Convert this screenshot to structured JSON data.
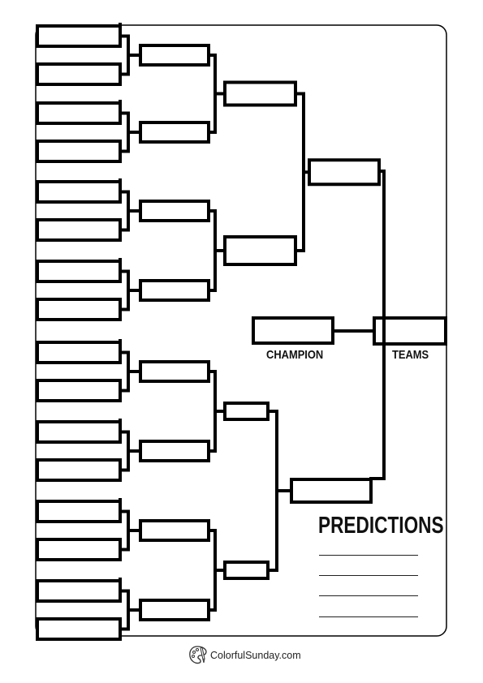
{
  "labels": {
    "champion": "CHAMPION",
    "teams": "TEAMS",
    "predictions": "PREDICTIONS"
  },
  "prediction_lines": 4,
  "footer": {
    "brand": "ColorfulSunday.com",
    "logo_icon": "artist-palette-icon"
  },
  "bracket": {
    "round_1_slots": 16,
    "round_2_slots": 8,
    "round_3_slots": 4,
    "round_4_slots": 2,
    "final_slot": 1,
    "champion_slot": 1
  },
  "colors": {
    "ink": "#000000",
    "background": "#ffffff"
  }
}
